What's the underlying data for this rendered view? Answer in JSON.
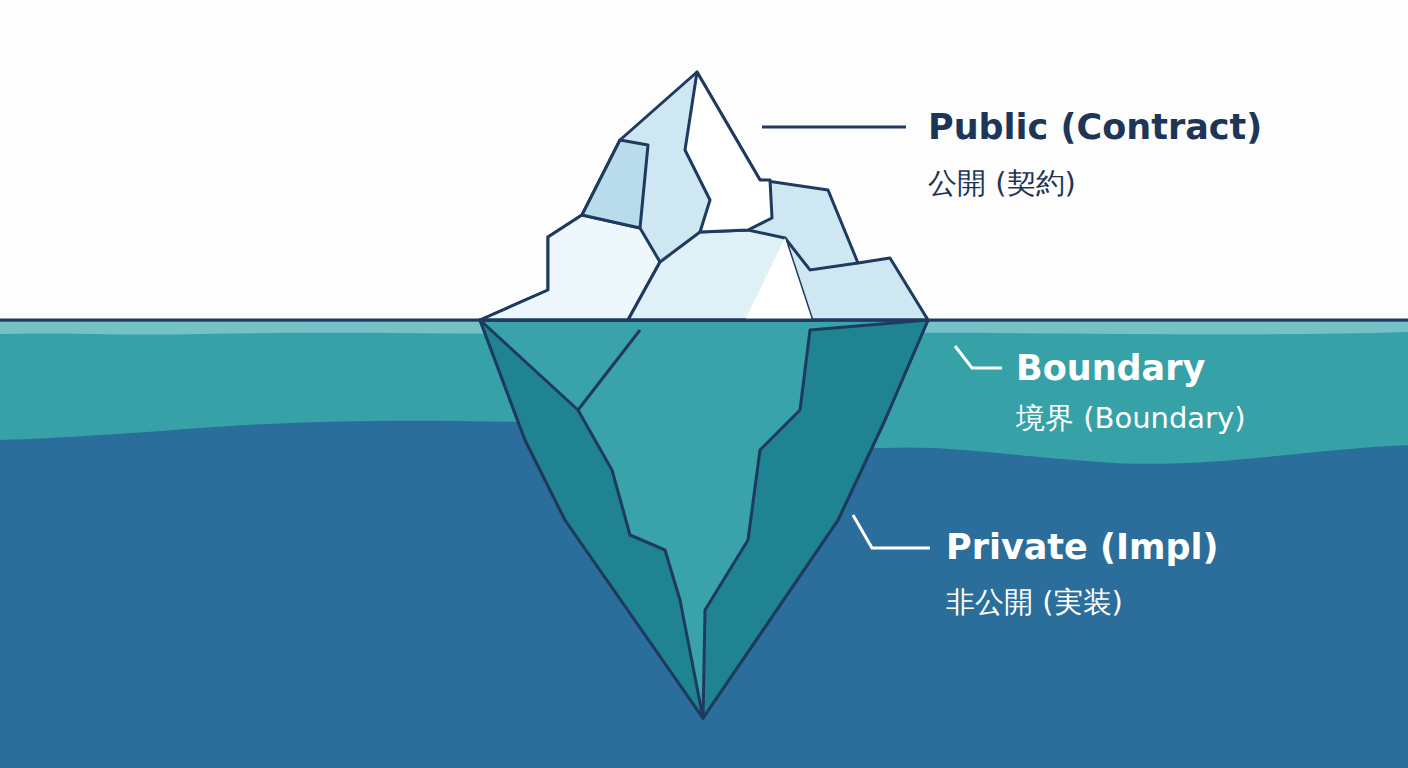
{
  "diagram": {
    "labels": [
      "Public (Contract)",
      "公開 (契約)",
      "Boundary",
      "境界 (Boundary)",
      "Private (Impl)",
      "非公開 (実装)"
    ]
  }
}
